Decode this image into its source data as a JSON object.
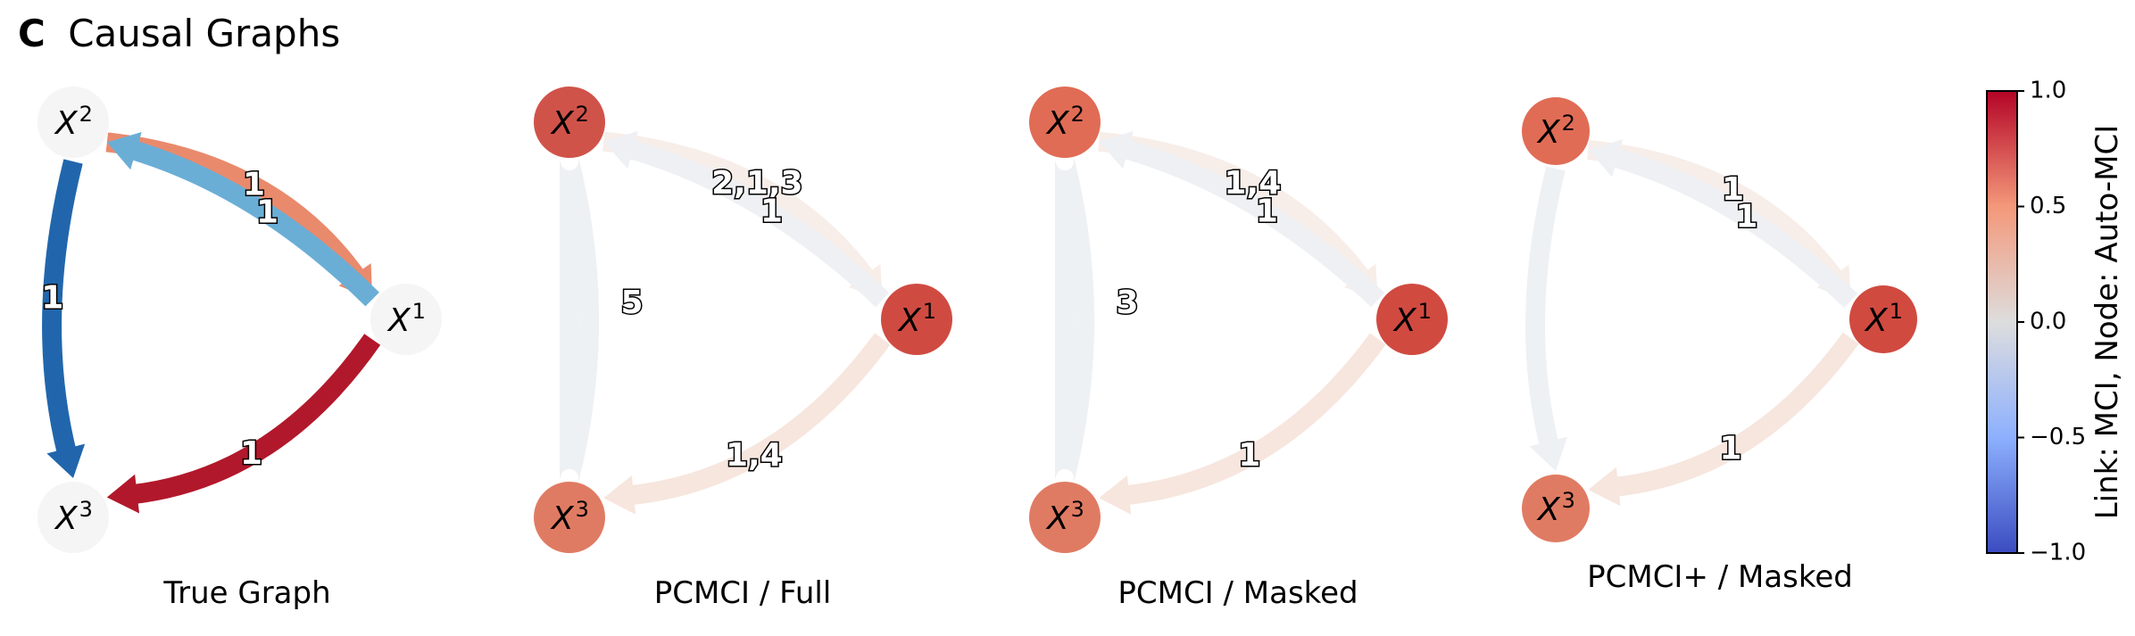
{
  "figure": {
    "panel_letter": "C",
    "title": "Causal Graphs"
  },
  "colorbar": {
    "label": "Link: MCI, Node: Auto-MCI",
    "ticks": [
      "1.0",
      "0.5",
      "0.0",
      "−0.5",
      "−1.0"
    ],
    "tick_values": [
      1.0,
      0.5,
      0.0,
      -0.5,
      -1.0
    ],
    "range": [
      -1.0,
      1.0
    ],
    "colormap": "coolwarm",
    "colors": [
      "#3b4cc0",
      "#8db0fe",
      "#dddddd",
      "#f4987a",
      "#b40426"
    ]
  },
  "node_names": [
    "X1",
    "X2",
    "X3"
  ],
  "panels": [
    {
      "title": "True Graph",
      "nodes": [
        {
          "id": "X2",
          "base": "X",
          "sup": "2",
          "color": "#f5f5f5"
        },
        {
          "id": "X1",
          "base": "X",
          "sup": "1",
          "color": "#f5f5f5"
        },
        {
          "id": "X3",
          "base": "X",
          "sup": "3",
          "color": "#f5f5f5"
        }
      ],
      "edges": [
        {
          "from": "X2",
          "to": "X1",
          "label": "1",
          "color": "#e98a6d",
          "directed": true
        },
        {
          "from": "X1",
          "to": "X2",
          "label": "1",
          "color": "#6aaed6",
          "directed": true
        },
        {
          "from": "X2",
          "to": "X3",
          "label": "1",
          "color": "#2166ac",
          "directed": true
        },
        {
          "from": "X1",
          "to": "X3",
          "label": "1",
          "color": "#b2182b",
          "directed": true
        }
      ]
    },
    {
      "title": "PCMCI / Full",
      "nodes": [
        {
          "id": "X2",
          "base": "X",
          "sup": "2",
          "color": "#d0534a"
        },
        {
          "id": "X1",
          "base": "X",
          "sup": "1",
          "color": "#cf4b42"
        },
        {
          "id": "X3",
          "base": "X",
          "sup": "3",
          "color": "#e07b63"
        }
      ],
      "edges": [
        {
          "from": "X2",
          "to": "X1",
          "label": "2,1,3",
          "color": "#f7ede9",
          "directed": true
        },
        {
          "from": "X1",
          "to": "X2",
          "label": "1",
          "color": "#eef0f3",
          "directed": true
        },
        {
          "from": "X1",
          "to": "X3",
          "label": "1,4",
          "color": "#f7e6de",
          "directed": true
        },
        {
          "from": "X2",
          "to": "X3",
          "label": "5",
          "color": "#eef1f4",
          "directed": false
        }
      ]
    },
    {
      "title": "PCMCI / Masked",
      "nodes": [
        {
          "id": "X2",
          "base": "X",
          "sup": "2",
          "color": "#e06c55"
        },
        {
          "id": "X1",
          "base": "X",
          "sup": "1",
          "color": "#d04a40"
        },
        {
          "id": "X3",
          "base": "X",
          "sup": "3",
          "color": "#e07b63"
        }
      ],
      "edges": [
        {
          "from": "X2",
          "to": "X1",
          "label": "1,4",
          "color": "#f7ede9",
          "directed": true
        },
        {
          "from": "X1",
          "to": "X2",
          "label": "1",
          "color": "#eef0f3",
          "directed": true
        },
        {
          "from": "X1",
          "to": "X3",
          "label": "1",
          "color": "#f7e6de",
          "directed": true
        },
        {
          "from": "X2",
          "to": "X3",
          "label": "3",
          "color": "#eef1f4",
          "directed": false
        }
      ]
    },
    {
      "title": "PCMCI+ / Masked",
      "nodes": [
        {
          "id": "X2",
          "base": "X",
          "sup": "2",
          "color": "#e06c55"
        },
        {
          "id": "X1",
          "base": "X",
          "sup": "1",
          "color": "#d04a40"
        },
        {
          "id": "X3",
          "base": "X",
          "sup": "3",
          "color": "#e07b63"
        }
      ],
      "edges": [
        {
          "from": "X2",
          "to": "X1",
          "label": "1",
          "color": "#f7ede9",
          "directed": true
        },
        {
          "from": "X1",
          "to": "X2",
          "label": "1",
          "color": "#eef0f3",
          "directed": true
        },
        {
          "from": "X1",
          "to": "X3",
          "label": "1",
          "color": "#f7e6de",
          "directed": true
        },
        {
          "from": "X2",
          "to": "X3",
          "label": "",
          "color": "#eef1f4",
          "directed": true
        }
      ]
    }
  ]
}
